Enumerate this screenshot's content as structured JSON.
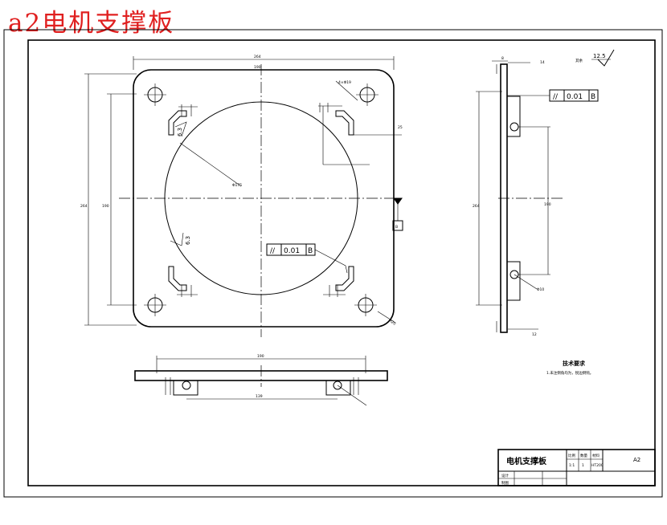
{
  "title": "a2电机支撑板",
  "roughness": {
    "value": "12.5",
    "note": "其余"
  },
  "dims": {
    "top_overall": "264",
    "top_inner": "190",
    "left_overall": "264",
    "left_inner": "190",
    "hole_dia": "4×Φ19",
    "circle_dia": "Φ175",
    "slot_depth": "25",
    "corner_radius": "R20",
    "bottom_width": "190",
    "bottom_spacing": "139",
    "side_top_a": "8",
    "side_top_b": "14",
    "side_bottom": "12",
    "side_height": "264",
    "side_height2": "190",
    "side_hole": "Φ10",
    "slot_roughness_a": "6.3",
    "slot_roughness_b": "6.3"
  },
  "tolerance_frames": [
    {
      "symbol": "//",
      "value": "0.01",
      "datum": "B"
    },
    {
      "symbol": "//",
      "value": "0.01",
      "datum": "B"
    }
  ],
  "datum_label": "B",
  "tech_requirements": {
    "heading": "技术要求",
    "line1": "1.未注倒角均为，锐边倒钝。"
  },
  "title_block": {
    "part_name": "电机支撑板",
    "col_scale": "比例",
    "col_qty": "数量",
    "col_material": "材料",
    "scale": "1:1",
    "qty": "1",
    "material": "HT200",
    "sheet": "A2",
    "row_design": "设计",
    "row_draw": "制图"
  }
}
